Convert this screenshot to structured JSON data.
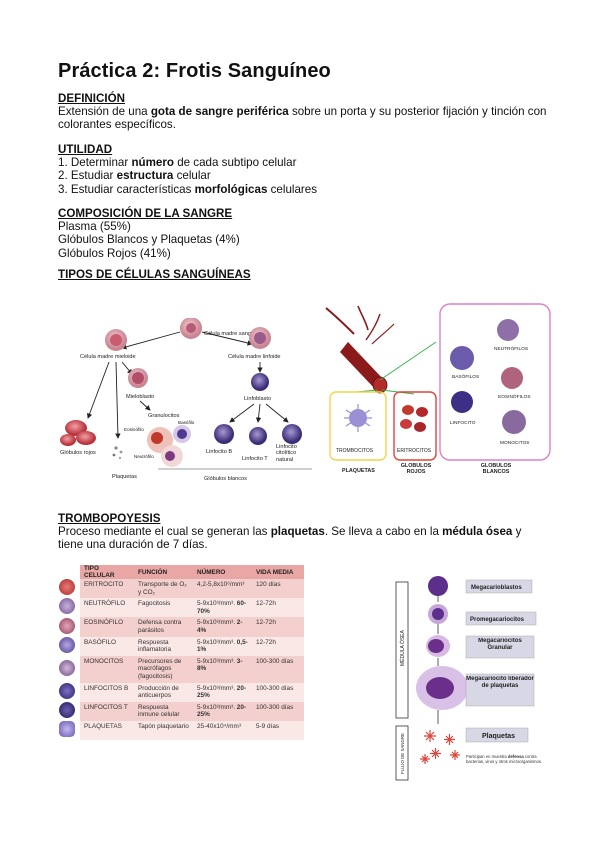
{
  "title": "Práctica 2: Frotis Sanguíneo",
  "definicion": {
    "heading": "DEFINICIÓN",
    "t1": "Extensión de una ",
    "b1": "gota de sangre periférica",
    "t2": " sobre un porta y su posterior fijación y tinción con colorantes específicos."
  },
  "utilidad": {
    "heading": "UTILIDAD",
    "items": [
      {
        "pre": "1. Determinar ",
        "bold": "número",
        "post": " de cada subtipo celular"
      },
      {
        "pre": "2. Estudiar ",
        "bold": "estructura",
        "post": " celular"
      },
      {
        "pre": "3. Estudiar características ",
        "bold": "morfológicas",
        "post": " celulares"
      }
    ]
  },
  "composicion": {
    "heading": "COMPOSICIÓN DE LA SANGRE",
    "lines": [
      "Plasma (55%)",
      "Glóbulos Blancos y Plaquetas (4%)",
      "Glóbulos Rojos (41%)"
    ]
  },
  "tipos": {
    "heading": "TIPOS DE CÉLULAS SANGUÍNEAS"
  },
  "diagram1": {
    "madre": "Célula madre sanguínea",
    "mieloide": "Célula madre mieloide",
    "linfoide": "Célula madre linfoide",
    "mieloblasto": "Mieloblasto",
    "linfoblasto": "Linfoblasto",
    "granulocitos": "Granulocitos",
    "basofilo": "Basófilo",
    "eosinofilo": "Eosinófilo",
    "neutrofilo": "Neutrófilo",
    "globulos_rojos": "Glóbulos rojos",
    "plaquetas": "Plaquetas",
    "linfocito_b": "Linfocito B",
    "linfocito_t": "Linfocito T",
    "linfocito_nat": "Linfocito citolítico natural",
    "globulos_blancos": "Glóbulos blancos"
  },
  "diagram2": {
    "neutrofilos": "NEUTRÓFILOS",
    "basofilos": "BASÓFILOS",
    "eosinofilos": "EOSINÓFILOS",
    "linfocito": "LINFOCITO",
    "monocitos": "MONOCITOS",
    "trombocitos": "TROMBOCITOS",
    "eritrocitos": "ERITROCITOS",
    "plaquetas": "PLAQUETAS",
    "globulos_rojos": "GLÓBULOS ROJOS",
    "globulos_blancos": "GLÓBULOS BLANCOS"
  },
  "trombopoyesis": {
    "heading": "TROMBOPOYESIS",
    "t1": "Proceso mediante el cual se generan las ",
    "b1": "plaquetas",
    "t2": ". Se lleva a cabo en la ",
    "b2": "médula ósea",
    "t3": " y tiene una duración de 7 días."
  },
  "table": {
    "headers": [
      "TIPO CELULAR",
      "FUNCIÓN",
      "NÚMERO",
      "VIDA MEDIA"
    ],
    "rows": [
      {
        "tipo": "ERITROCITO",
        "funcion": "Transporte de O₂ y CO₂",
        "numero": "4,2-5,8x10⁶/mm³",
        "numero_b": "",
        "vida": "120 días",
        "color": "#c0392b"
      },
      {
        "tipo": "NEUTRÓFILO",
        "funcion": "Fagocitosis",
        "numero": "5-9x10³/mm³. ",
        "numero_b": "60-70%",
        "vida": "12-72h",
        "color": "#8e6fa8"
      },
      {
        "tipo": "EOSINÓFILO",
        "funcion": "Defensa contra parásitos",
        "numero": "5-9x10³/mm³. ",
        "numero_b": "2-4%",
        "vida": "12-72h",
        "color": "#b0637e"
      },
      {
        "tipo": "BASÓFILO",
        "funcion": "Respuesta inflamatoria",
        "numero": "5-9x10³/mm³. ",
        "numero_b": "0,5-1%",
        "vida": "12-72h",
        "color": "#6c5bab"
      },
      {
        "tipo": "MONOCITOS",
        "funcion": "Precursores de macrófagos (fagocitosis)",
        "numero": "5-9x10³/mm³. ",
        "numero_b": "3-8%",
        "vida": "100-300 días",
        "color": "#8a6a9e"
      },
      {
        "tipo": "LINFOCITOS B",
        "funcion": "Producción de anticuerpos",
        "numero": "5-9x10³/mm³. ",
        "numero_b": "20-25%",
        "vida": "100-300 días",
        "color": "#3c2f86"
      },
      {
        "tipo": "LINFOCITOS T",
        "funcion": "Respuesta inmune celular",
        "numero": "5-9x10³/mm³. ",
        "numero_b": "20-25%",
        "vida": "100-300 días",
        "color": "#34286e"
      },
      {
        "tipo": "PLAQUETAS",
        "funcion": "Tapón plaquetario",
        "numero": "25-40x10⁴/mm³",
        "numero_b": "",
        "vida": "5-9 días",
        "color": "#7b67b8"
      }
    ]
  },
  "diagram3": {
    "medula": "MÉDULA ÓSEA",
    "flujo": "FLUJO DE SANGRE",
    "megacarioblastos": "Megacarioblastos",
    "promegacariocitos": "Promegacariocitos",
    "granular": "Megacariocitos Granular",
    "liberador": "Megacariocito liberador de plaquetas",
    "plaquetas": "Plaquetas",
    "nota_pre": "Participan en muestra ",
    "nota_b": "defensa",
    "nota_post": " contra bacterias, virus y otros microorganismos."
  },
  "colors": {
    "accent_table": "#e8a7a4",
    "rbc": "#c0392b",
    "wbc": "#6c5bab",
    "pink_box": "#d982c9",
    "yellow_box": "#f2d34b",
    "red_box": "#d9463c",
    "vessel": "#8b1a1a"
  }
}
